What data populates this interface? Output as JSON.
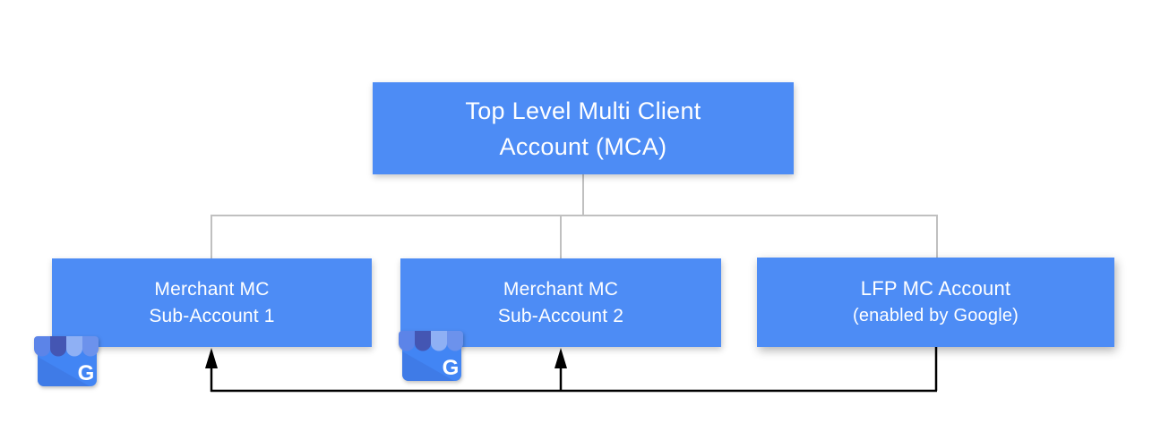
{
  "colors": {
    "background": "#ffffff",
    "box_fill": "#4D8CF5",
    "box_text": "#ffffff",
    "connector_gray": "#C0C0C0",
    "connector_black": "#000000",
    "icon_body_blue": "#4285F4",
    "icon_awning_dark": "#4456B3",
    "icon_awning_light": "#8FB0F4"
  },
  "nodes": {
    "mca": {
      "line1": "Top Level Multi Client",
      "line2": "Account (MCA)"
    },
    "sub1": {
      "line1": "Merchant MC",
      "line2": "Sub-Account 1"
    },
    "sub2": {
      "line1": "Merchant MC",
      "line2": "Sub-Account 2"
    },
    "lfp": {
      "line1": "LFP MC Account",
      "line2": "(enabled by Google)"
    }
  },
  "icons": {
    "business_profile": "google-business-profile-icon",
    "g_letter": "G"
  }
}
